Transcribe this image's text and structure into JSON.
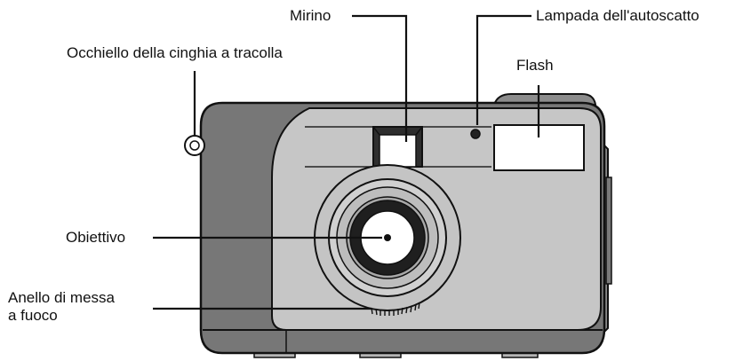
{
  "labels": {
    "mirino": "Mirino",
    "lampada": "Lampada dell'autoscatto",
    "occhiello": "Occhiello della cinghia a tracolla",
    "flash": "Flash",
    "obiettivo": "Obiettivo",
    "anello_line1": "Anello di messa",
    "anello_line2": "a fuoco"
  }
}
